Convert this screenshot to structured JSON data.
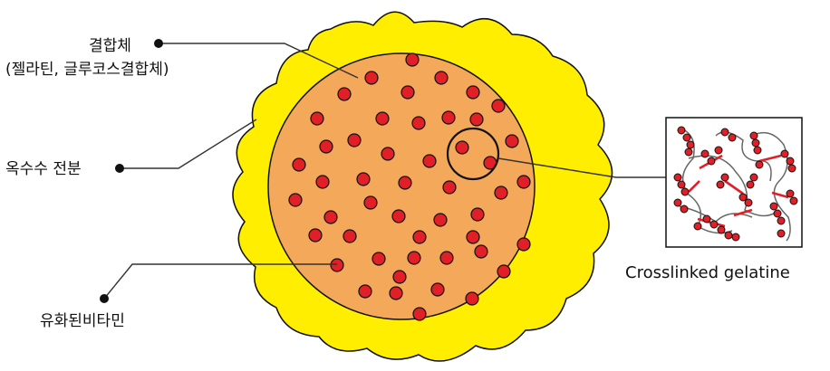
{
  "labels": {
    "binder": "결합체",
    "binder_detail": "(젤라틴, 글루코스결합체)",
    "corn_starch": "옥수수 전분",
    "vitamin": "유화된비타민",
    "crosslinked": "Crosslinked gelatine"
  },
  "colors": {
    "outer_blob": "#ffee00",
    "core": "#f4a95a",
    "particle": "#e11f27",
    "crosslink": "#e11f27",
    "chain": "#555555"
  }
}
